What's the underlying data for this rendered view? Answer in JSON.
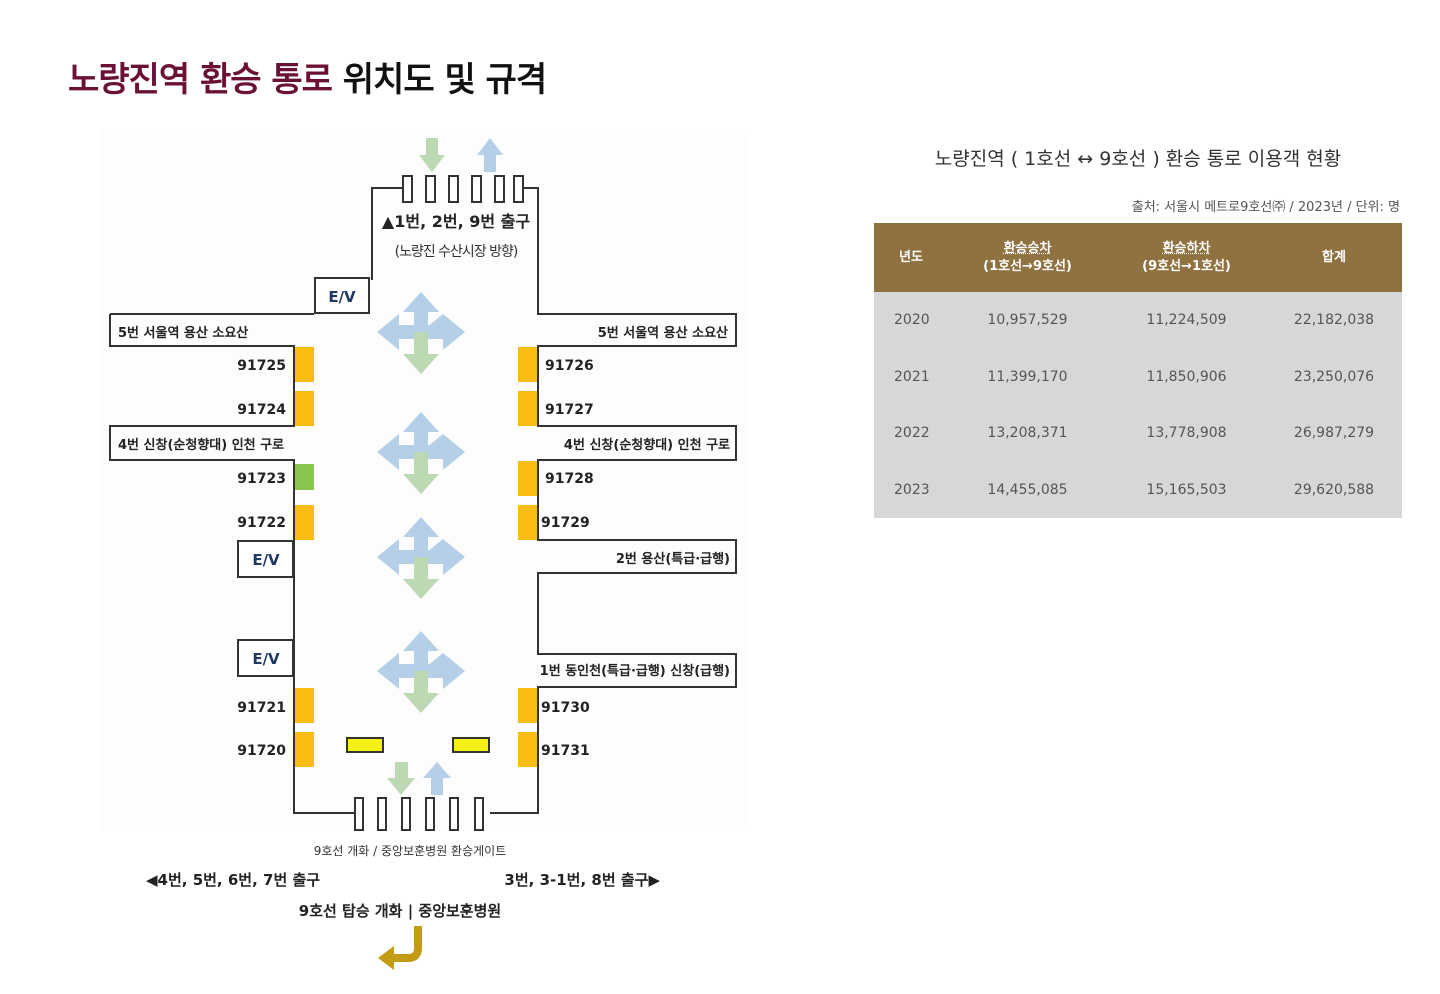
{
  "title": {
    "accent": "노량진역 환승 통로",
    "rest": "위치도 및 규격"
  },
  "diagram": {
    "ev_label": "E/V",
    "top_exit": "▲1번, 2번, 9번 출구",
    "top_exit_sub": "(노량진 수산시장 방향)",
    "platforms": {
      "p5_left": "5번 서울역 용산 소요산",
      "p5_right": "5번 서울역 용산 소요산",
      "p4_left": "4번 신창(순청향대) 인천 구로",
      "p4_right": "4번 신창(순청향대) 인천 구로",
      "p2": "2번 용산(특급·급행)",
      "p1": "1번 동인천(특급·급행) 신창(급행)"
    },
    "doors": {
      "d91725": "91725",
      "d91724": "91724",
      "d91723": "91723",
      "d91722": "91722",
      "d91721": "91721",
      "d91720": "91720",
      "d91726": "91726",
      "d91727": "91727",
      "d91728": "91728",
      "d91729": "91729",
      "d91730": "91730",
      "d91731": "91731"
    },
    "gate_label": "9호선 개화 / 중앙보훈병원 환승게이트",
    "exit_left": "◀4번, 5번, 6번, 7번 출구",
    "exit_right": "3번, 3-1번, 8번 출구▶",
    "bottom_label": "9호선 탑승 개화 | 중앙보훈병원",
    "colors": {
      "door": "#f8bc12",
      "door_highlight": "#88c54f",
      "bench": "#f4ef14",
      "arrow_green": "#bcd9b4",
      "arrow_blue": "#b5cfe8",
      "turn_arrow": "#c49b14"
    }
  },
  "table": {
    "title": "노량진역 ( 1호선 ↔ 9호선 ) 환승 통로 이용객 현황",
    "source": "출처: 서울시 메트로9호선㈜ / 2023년 / 단위: 명",
    "headers": {
      "year": "년도",
      "in_main": "환승승차",
      "in_sub": "(1호선→9호선)",
      "out_main": "환승하차",
      "out_sub": "(9호선→1호선)",
      "total": "합계"
    },
    "rows": [
      {
        "year": "2020",
        "in": "10,957,529",
        "out": "11,224,509",
        "total": "22,182,038"
      },
      {
        "year": "2021",
        "in": "11,399,170",
        "out": "11,850,906",
        "total": "23,250,076"
      },
      {
        "year": "2022",
        "in": "13,208,371",
        "out": "13,778,908",
        "total": "26,987,279"
      },
      {
        "year": "2023",
        "in": "14,455,085",
        "out": "15,165,503",
        "total": "29,620,588"
      }
    ]
  }
}
